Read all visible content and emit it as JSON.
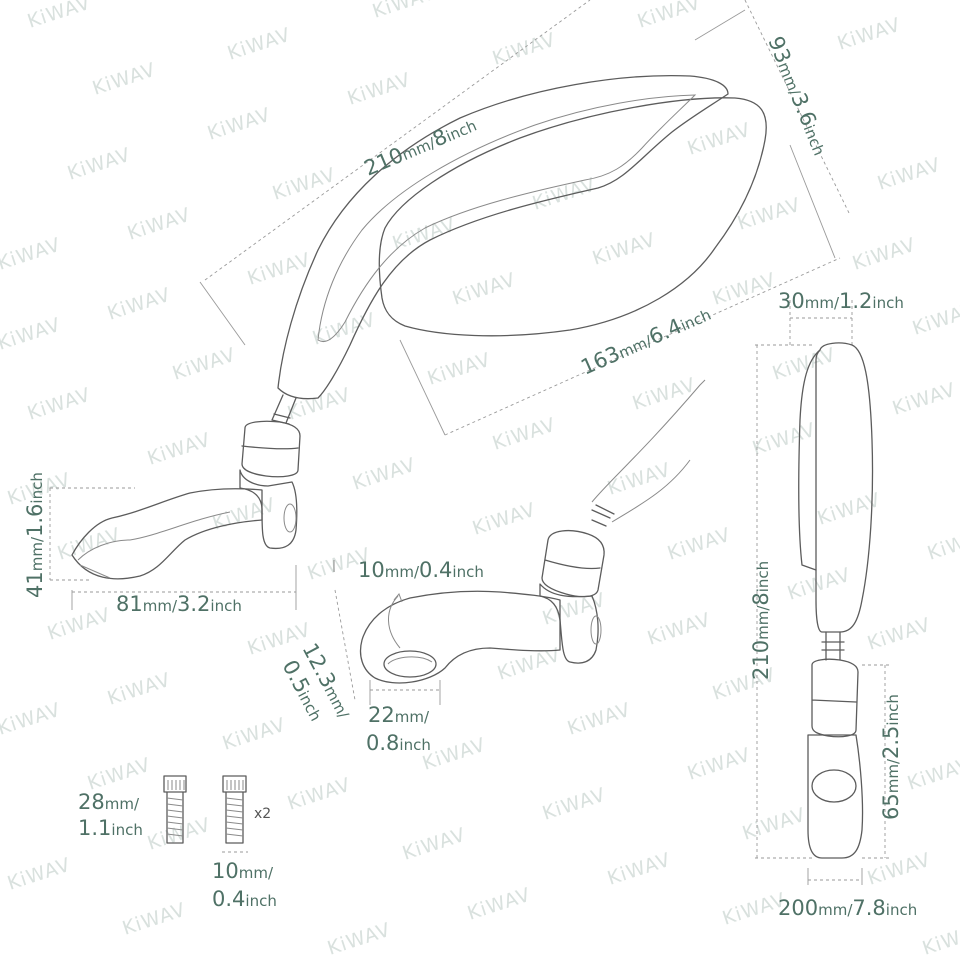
{
  "brand": {
    "watermark": "KiWAV"
  },
  "colors": {
    "dimension_text": "#4f7166",
    "outline": "#5c5c5c",
    "watermark": "#d9e1de"
  },
  "dimensions": {
    "arm_length": {
      "mm": "210",
      "mm_unit": "mm/",
      "inch": "8",
      "inch_unit": "inch"
    },
    "mirror_height": {
      "mm": "93",
      "mm_unit": "mm/",
      "inch": "3.6",
      "inch_unit": "inch"
    },
    "mirror_width": {
      "mm": "163",
      "mm_unit": "mm/",
      "inch": "6.4",
      "inch_unit": "inch"
    },
    "mirror_depth": {
      "mm": "30",
      "mm_unit": "mm/",
      "inch": "1.2",
      "inch_unit": "inch"
    },
    "base_height": {
      "mm": "41",
      "mm_unit": "mm/",
      "inch": "1.6",
      "inch_unit": "inch"
    },
    "base_length": {
      "mm": "81",
      "mm_unit": "mm/",
      "inch": "3.2",
      "inch_unit": "inch"
    },
    "hole_diameter": {
      "mm": "10",
      "mm_unit": "mm/",
      "inch": "0.4",
      "inch_unit": "inch"
    },
    "mount_thickness": {
      "mm": "12.3",
      "mm_unit": "mm/",
      "inch": "0.5",
      "inch_unit": "inch"
    },
    "mount_width": {
      "mm": "22",
      "mm_unit": "mm/",
      "inch": "0.8",
      "inch_unit": "inch"
    },
    "side_total_height": {
      "mm": "210",
      "mm_unit": "mm/",
      "inch": "8",
      "inch_unit": "inch"
    },
    "side_lower_height": {
      "mm": "65",
      "mm_unit": "mm/",
      "inch": "2.5",
      "inch_unit": "inch"
    },
    "side_base_width": {
      "mm": "200",
      "mm_unit": "mm/",
      "inch": "7.8",
      "inch_unit": "inch"
    },
    "bolt_length": {
      "mm": "28",
      "mm_unit": "mm/",
      "inch": "1.1",
      "inch_unit": "inch"
    },
    "bolt_diameter": {
      "mm": "10",
      "mm_unit": "mm/",
      "inch": "0.4",
      "inch_unit": "inch"
    }
  },
  "bolts": {
    "quantity_label": "x2"
  }
}
